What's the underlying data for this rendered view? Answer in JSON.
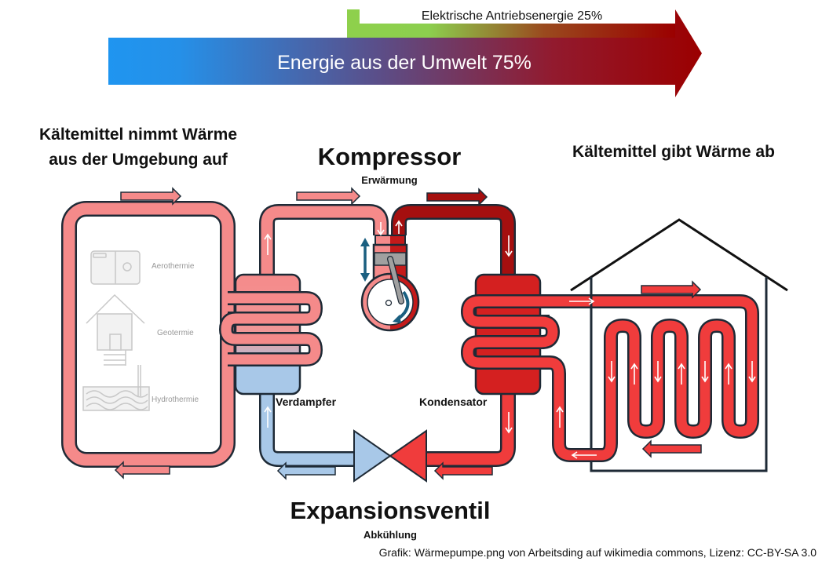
{
  "energy_bar": {
    "environment_label": "Energie aus der Umwelt 75%",
    "electric_label": "Elektrische Antriebsenergie 25%",
    "environment_share_percent": 75,
    "electric_share_percent": 25
  },
  "headings": {
    "left_line1": "Kältemittel nimmt Wärme",
    "left_line2": "aus der Umgebung auf",
    "compressor": "Kompressor",
    "compressor_sub": "Erwärmung",
    "right": "Kältemittel gibt Wärme ab",
    "expansion": "Expansionsventil",
    "expansion_sub": "Abkühlung"
  },
  "components": {
    "evaporator": "Verdampfer",
    "condenser": "Kondensator"
  },
  "sources": [
    "Aerothermie",
    "Geotermie",
    "Hydrothermie"
  ],
  "credit": "Grafik: Wärmepumpe.png von Arbeitsding auf wikimedia commons, Lizenz: CC-BY-SA 3.0",
  "colors": {
    "cold_blue": "#a8c8e8",
    "warm_pink": "#f58a8a",
    "hot_red": "#f03c3c",
    "dark_red": "#a50f0f",
    "outline": "#1e2a36",
    "teal": "#1a5f80",
    "green": "#8ccf4e"
  }
}
